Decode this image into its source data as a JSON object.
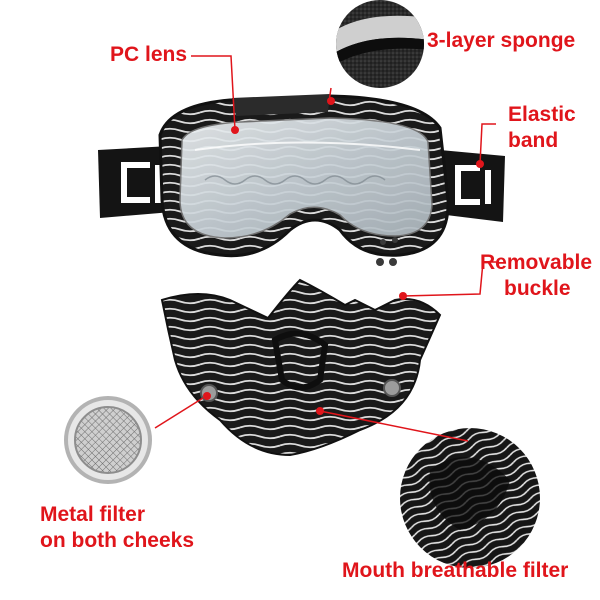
{
  "labels": {
    "pc_lens": "PC lens",
    "sponge": "3-layer sponge",
    "elastic_line1": "Elastic",
    "elastic_line2": "band",
    "buckle_line1": "Removable",
    "buckle_line2": "buckle",
    "filter_line1": "Metal filter",
    "filter_line2": "on both cheeks",
    "mouth_filter": "Mouth breathable filter"
  },
  "colors": {
    "label_red": "#e0151b",
    "pointer_red": "#e0151b",
    "strap_black": "#141414",
    "strap_logo": "#ffffff",
    "pattern_dark": "#1a1a1a",
    "pattern_light": "#dcdcdc",
    "lens_tint": "#cfd8de",
    "mesh_grey": "#9a9a9a"
  },
  "icons": {
    "strap_logo": "cg-logo"
  }
}
